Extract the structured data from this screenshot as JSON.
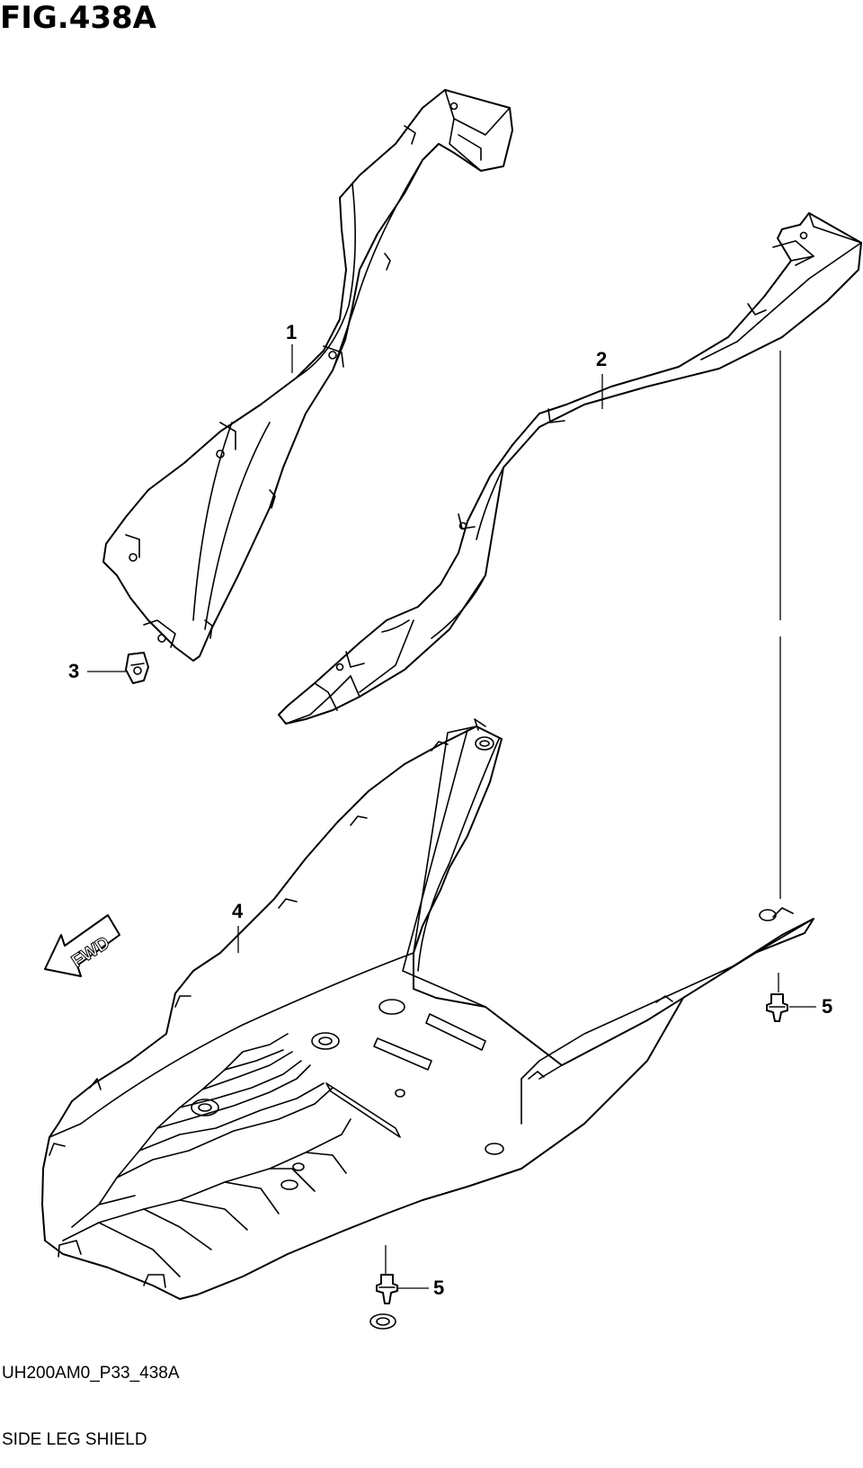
{
  "figure": {
    "title": "FIG.438A"
  },
  "callouts": {
    "p1": "1",
    "p2": "2",
    "p3": "3",
    "p4": "4",
    "p5a": "5",
    "p5b": "5"
  },
  "fwd_label": "FWD",
  "footer": {
    "drawing_code": "UH200AM0_P33_438A",
    "drawing_title": "SIDE LEG SHIELD"
  },
  "icons": {
    "forward": "fwd-arrow-icon"
  }
}
